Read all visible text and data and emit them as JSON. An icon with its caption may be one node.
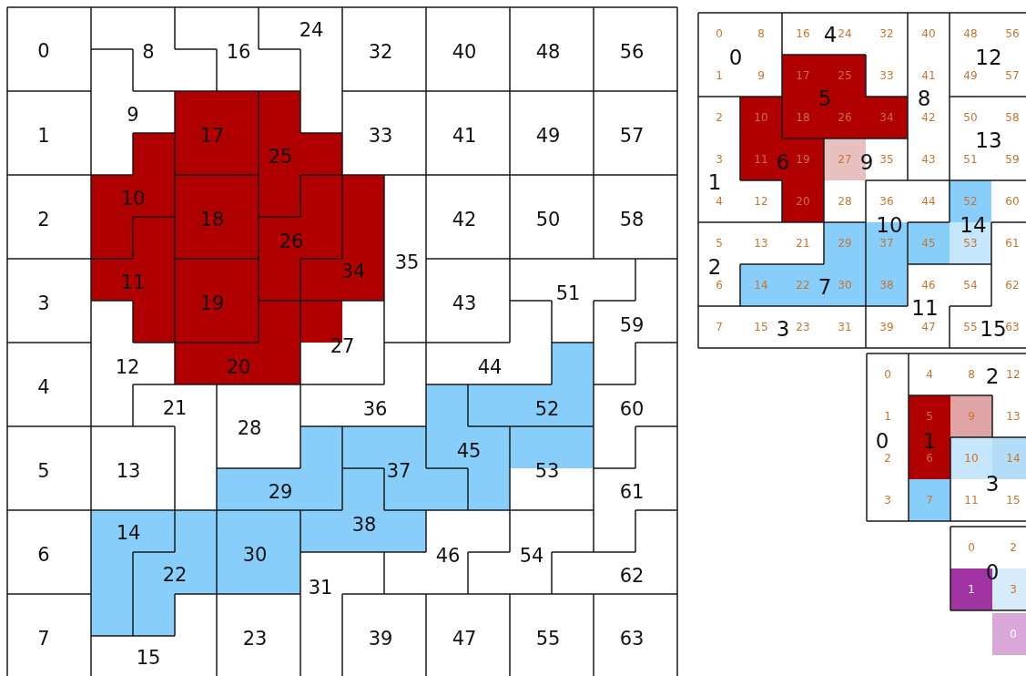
{
  "diagram": {
    "nodes": [
      {
        "text": [
          "0"
        ]
      },
      {
        "text": [
          "1"
        ]
      },
      {
        "text": [
          "2"
        ]
      },
      {
        "text": [
          "3"
        ]
      },
      {
        "text": [
          "4"
        ]
      },
      {
        "text": [
          "5"
        ]
      },
      {
        "text": [
          "6"
        ]
      },
      {
        "text": [
          "7"
        ]
      },
      {
        "text": [
          "8"
        ]
      },
      {
        "text": [
          "9"
        ]
      },
      {
        "text": [
          "10"
        ]
      },
      {
        "text": [
          "11"
        ]
      },
      {
        "text": [
          "12"
        ]
      },
      {
        "text": [
          "13"
        ]
      },
      {
        "text": [
          "14"
        ]
      },
      {
        "text": [
          "15"
        ]
      },
      {
        "text": [
          "16"
        ]
      },
      {
        "text": [
          "17"
        ]
      },
      {
        "text": [
          "18"
        ]
      },
      {
        "text": [
          "19"
        ]
      },
      {
        "text": [
          "20"
        ]
      },
      {
        "text": [
          "21"
        ]
      },
      {
        "text": [
          "22"
        ]
      },
      {
        "text": [
          "23"
        ]
      },
      {
        "text": [
          "24"
        ]
      },
      {
        "text": [
          "25"
        ]
      },
      {
        "text": [
          "26"
        ]
      },
      {
        "text": [
          "27"
        ]
      },
      {
        "text": [
          "28"
        ]
      },
      {
        "text": [
          "29"
        ]
      },
      {
        "text": [
          "30"
        ]
      },
      {
        "text": [
          "31"
        ]
      },
      {
        "text": [
          "32"
        ]
      },
      {
        "text": [
          "33"
        ]
      },
      {
        "text": [
          "34"
        ]
      },
      {
        "text": [
          "35"
        ]
      },
      {
        "text": [
          "36"
        ]
      },
      {
        "text": [
          "37"
        ]
      },
      {
        "text": [
          "38"
        ]
      },
      {
        "text": [
          "39"
        ]
      },
      {
        "text": [
          "40"
        ]
      },
      {
        "text": [
          "41"
        ]
      },
      {
        "text": [
          "42"
        ]
      },
      {
        "text": [
          "43"
        ]
      },
      {
        "text": [
          "44"
        ]
      },
      {
        "text": [
          "45"
        ]
      },
      {
        "text": [
          "46"
        ]
      },
      {
        "text": [
          "47"
        ]
      },
      {
        "text": [
          "48"
        ]
      },
      {
        "text": [
          "49"
        ]
      },
      {
        "text": [
          "50"
        ]
      },
      {
        "text": [
          "51"
        ]
      },
      {
        "text": [
          "52"
        ]
      },
      {
        "text": [
          "53"
        ]
      },
      {
        "text": [
          "54"
        ]
      },
      {
        "text": [
          "55"
        ]
      },
      {
        "text": [
          "56"
        ]
      },
      {
        "text": [
          "57"
        ]
      },
      {
        "text": [
          "58"
        ]
      },
      {
        "text": [
          "59"
        ]
      },
      {
        "text": [
          "60"
        ]
      },
      {
        "text": [
          "61"
        ]
      },
      {
        "text": [
          "62"
        ]
      },
      {
        "text": [
          "63"
        ]
      },
      {
        "text": [
          "0"
        ]
      },
      {
        "text": [
          "0"
        ]
      },
      {
        "text": [
          "1"
        ]
      },
      {
        "text": [
          "8"
        ]
      },
      {
        "text": [
          "9"
        ]
      },
      {
        "text": [
          "1"
        ]
      },
      {
        "text": [
          "2"
        ]
      },
      {
        "text": [
          "3"
        ]
      },
      {
        "text": [
          "4"
        ]
      },
      {
        "text": [
          "12"
        ]
      },
      {
        "text": [
          "2"
        ]
      },
      {
        "text": [
          "5"
        ]
      },
      {
        "text": [
          "6"
        ]
      },
      {
        "text": [
          "13"
        ]
      },
      {
        "text": [
          "21"
        ]
      },
      {
        "text": [
          "3"
        ]
      },
      {
        "text": [
          "7"
        ]
      },
      {
        "text": [
          "15"
        ]
      },
      {
        "text": [
          "23"
        ]
      },
      {
        "text": [
          "31"
        ]
      },
      {
        "text": [
          "4"
        ]
      },
      {
        "text": [
          "16"
        ]
      },
      {
        "text": [
          "24"
        ]
      },
      {
        "text": [
          "32"
        ]
      },
      {
        "text": [
          "33"
        ]
      },
      {
        "text": [
          "5"
        ]
      },
      {
        "text": [
          "17"
        ]
      },
      {
        "text": [
          "18"
        ]
      },
      {
        "text": [
          "25"
        ]
      },
      {
        "text": [
          "26"
        ]
      },
      {
        "text": [
          "34"
        ]
      },
      {
        "text": [
          "6"
        ]
      },
      {
        "text": [
          "10"
        ]
      },
      {
        "text": [
          "11"
        ]
      },
      {
        "text": [
          "19"
        ]
      },
      {
        "text": [
          "20"
        ]
      },
      {
        "text": [
          "7"
        ]
      },
      {
        "text": [
          "14"
        ]
      },
      {
        "text": [
          "22"
        ]
      },
      {
        "text": [
          "29"
        ]
      },
      {
        "text": [
          "30"
        ]
      },
      {
        "text": [
          "8"
        ]
      },
      {
        "text": [
          "40"
        ]
      },
      {
        "text": [
          "41"
        ]
      },
      {
        "text": [
          "42"
        ]
      },
      {
        "text": [
          "43"
        ]
      },
      {
        "text": [
          "9"
        ]
      },
      {
        "text": [
          "27"
        ]
      },
      {
        "text": [
          "28"
        ]
      },
      {
        "text": [
          "35"
        ]
      },
      {
        "text": [
          "10"
        ]
      },
      {
        "text": [
          "36"
        ]
      },
      {
        "text": [
          "37"
        ]
      },
      {
        "text": [
          "38"
        ]
      },
      {
        "text": [
          "44"
        ]
      },
      {
        "text": [
          "11"
        ]
      },
      {
        "text": [
          "39"
        ]
      },
      {
        "text": [
          "46"
        ]
      },
      {
        "text": [
          "47"
        ]
      },
      {
        "text": [
          "54"
        ]
      },
      {
        "text": [
          "12"
        ]
      },
      {
        "text": [
          "48"
        ]
      },
      {
        "text": [
          "49"
        ]
      },
      {
        "text": [
          "56"
        ]
      },
      {
        "text": [
          "57"
        ]
      },
      {
        "text": [
          "13"
        ]
      },
      {
        "text": [
          "50"
        ]
      },
      {
        "text": [
          "51"
        ]
      },
      {
        "text": [
          "58"
        ]
      },
      {
        "text": [
          "59"
        ]
      },
      {
        "text": [
          "14"
        ]
      },
      {
        "text": [
          "45"
        ]
      },
      {
        "text": [
          "52"
        ]
      },
      {
        "text": [
          "53"
        ]
      },
      {
        "text": [
          "60"
        ]
      },
      {
        "text": [
          "15"
        ]
      },
      {
        "text": [
          "55"
        ]
      },
      {
        "text": [
          "61"
        ]
      },
      {
        "text": [
          "62"
        ]
      },
      {
        "text": [
          "63"
        ]
      },
      {
        "text": [
          "0"
        ]
      },
      {
        "text": [
          "0"
        ]
      },
      {
        "text": [
          "1"
        ]
      },
      {
        "text": [
          "2"
        ]
      },
      {
        "text": [
          "3"
        ]
      },
      {
        "text": [
          "1"
        ]
      },
      {
        "text": [
          "5"
        ]
      },
      {
        "text": [
          "6"
        ]
      },
      {
        "text": [
          "7"
        ]
      },
      {
        "text": [
          "9"
        ]
      },
      {
        "text": [
          "2"
        ]
      },
      {
        "text": [
          "4"
        ]
      },
      {
        "text": [
          "8"
        ]
      },
      {
        "text": [
          "12"
        ]
      },
      {
        "text": [
          "13"
        ]
      },
      {
        "text": [
          "3"
        ]
      },
      {
        "text": [
          "10"
        ]
      },
      {
        "text": [
          "11"
        ]
      },
      {
        "text": [
          "14"
        ]
      },
      {
        "text": [
          "15"
        ]
      },
      {
        "text": [
          "0"
        ]
      },
      {
        "text": [
          "0"
        ]
      },
      {
        "text": [
          "1"
        ]
      },
      {
        "text": [
          "2"
        ]
      },
      {
        "text": [
          "3"
        ]
      },
      {
        "text": [
          "0"
        ]
      }
    ]
  }
}
